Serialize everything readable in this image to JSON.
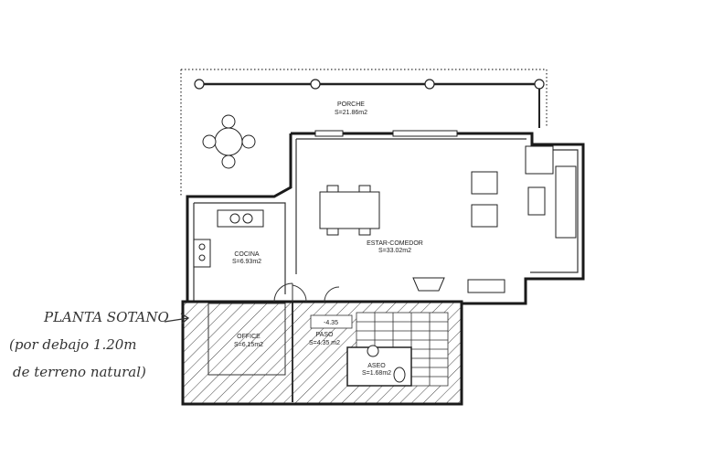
{
  "rooms": {
    "porche": {
      "name": "PORCHE",
      "area": "S=21.86m2"
    },
    "estar": {
      "name": "ESTAR-COMEDOR",
      "area": "S=33.02m2"
    },
    "cocina": {
      "name": "COCINA",
      "area": "S=6.93m2"
    },
    "office": {
      "name": "OFFICE",
      "area": "S=6.15m2"
    },
    "paso": {
      "name": "PASO",
      "area": "S=4.35 m2"
    },
    "aseo": {
      "name": "ASEO",
      "area": "S=1.68m2"
    }
  },
  "level_mark": "-4.35",
  "annotation": {
    "line1": "PLANTA SOTANO",
    "line2": "(por debajo 1.20m",
    "line3": "de terreno natural)"
  },
  "colors": {
    "wall": "#1a1a1a",
    "hatch": "#333333",
    "line": "#555555"
  }
}
